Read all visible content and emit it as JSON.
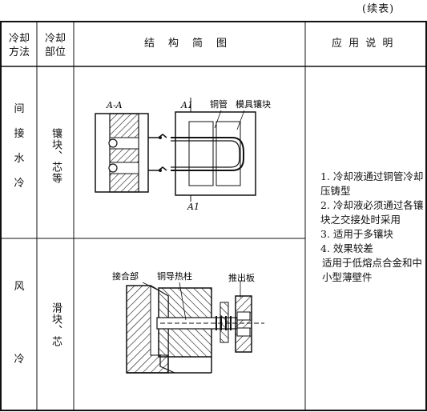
{
  "continued_label": "(续表)",
  "table": {
    "headers": {
      "method": [
        "冷却",
        "方法"
      ],
      "part": [
        "冷却",
        "部位"
      ],
      "structure": "结　构　简　图",
      "application": "应 用 说 明"
    },
    "rows": [
      {
        "method_chars": [
          "间",
          "接",
          "水",
          "冷"
        ],
        "part": "镶块、芯等",
        "diagram_labels": {
          "section": "A-A",
          "a1_top": "A1",
          "copper_pipe": "铜管",
          "die_insert": "模具镶块",
          "a1_bottom": "A1"
        }
      },
      {
        "method_chars": [
          "风",
          "冷"
        ],
        "part": "滑块、芯",
        "diagram_labels": {
          "joint": "接合部",
          "heat_post": "铜导热柱",
          "push_plate": "推出板"
        }
      }
    ],
    "application_notes": [
      "1. 冷却液通过铜管冷却压铸型",
      "2. 冷却液必须通过各镶块之交接处时采用",
      "3. 适用于多镶块",
      "4. 效果较差",
      "适用于低熔点合金和中小型薄壁件"
    ]
  }
}
